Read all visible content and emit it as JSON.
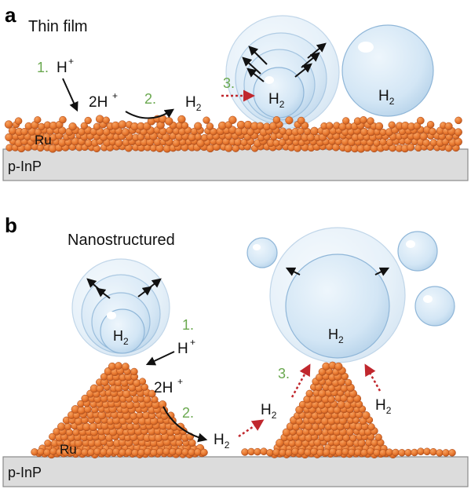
{
  "colors": {
    "ru_particle": "#e8782f",
    "ru_particle_edge": "#a8481a",
    "substrate": "#dcdcdc",
    "substrate_edge": "#8a8a8a",
    "bubble": "#d6e8f6",
    "bubble_edge": "#8fb6d8",
    "step_label": "#6aa84f",
    "red_arrow": "#c0272d"
  },
  "panel_a": {
    "letter": "a",
    "title": "Thin film",
    "step1_num": "1.",
    "step1_species": "H",
    "step1_charge": "+",
    "species_2h": "2H",
    "species_2h_charge": "+",
    "step2_num": "2.",
    "h2_base": "H",
    "h2_sub": "2",
    "step3_num": "3.",
    "bubble_growing_base": "H",
    "bubble_growing_sub": "2",
    "bubble_large_base": "H",
    "bubble_large_sub": "2",
    "ru_label": "Ru",
    "substrate_label": "p-InP"
  },
  "panel_b": {
    "letter": "b",
    "title": "Nanostructured",
    "bubble_left_base": "H",
    "bubble_left_sub": "2",
    "step1_num": "1.",
    "step1_species": "H",
    "step1_charge": "+",
    "species_2h": "2H",
    "species_2h_charge": "+",
    "step2_num": "2.",
    "h2_mid_base": "H",
    "h2_mid_sub": "2",
    "h2_far_base": "H",
    "h2_far_sub": "2",
    "step3_num": "3.",
    "bubble_right_base": "H",
    "bubble_right_sub": "2",
    "h2_right_base": "H",
    "h2_right_sub": "2",
    "ru_label": "Ru",
    "substrate_label": "p-InP"
  }
}
